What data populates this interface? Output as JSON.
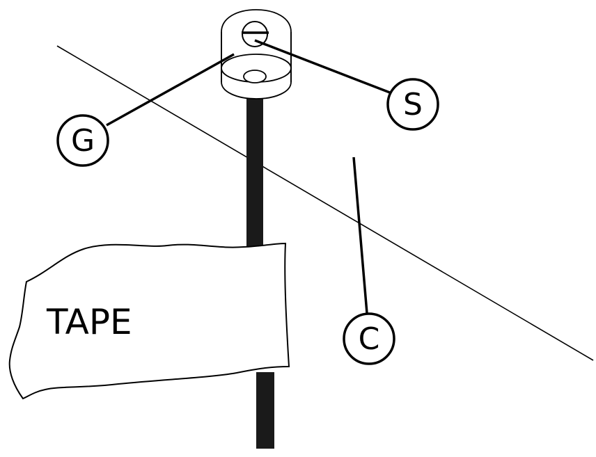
{
  "diagram": {
    "tape_label": "TAPE",
    "callouts": {
      "G": "G",
      "S": "S",
      "C": "C"
    },
    "colors": {
      "stroke": "#000000",
      "background": "#ffffff",
      "rod": "#1a1a1a"
    }
  }
}
